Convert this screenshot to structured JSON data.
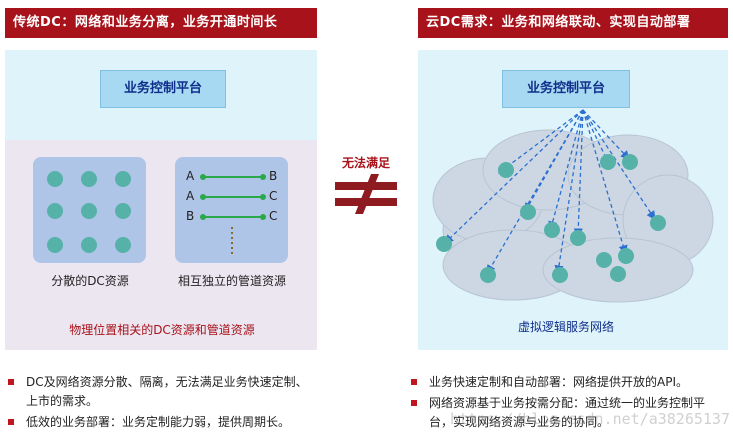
{
  "left": {
    "header": "传统DC：网络和业务分离，业务开通时间长",
    "control_platform": "业务控制平台",
    "dc_label": "分散的DC资源",
    "pipe_label": "相互独立的管道资源",
    "pipe_rows": [
      {
        "a": "A",
        "b": "B"
      },
      {
        "a": "A",
        "b": "C"
      },
      {
        "a": "B",
        "b": "C"
      }
    ],
    "bottom_label": "物理位置相关的DC资源和管道资源",
    "bullets": [
      "DC及网络资源分散、隔离，无法满足业务快速定制、上市的需求。",
      "低效的业务部署：业务定制能力弱，提供周期长。"
    ]
  },
  "middle": {
    "label": "无法满足"
  },
  "right": {
    "header": "云DC需求：业务和网络联动、实现自动部署",
    "control_platform": "业务控制平台",
    "cloud_label": "虚拟逻辑服务网络",
    "bullets": [
      "业务快速定制和自动部署：网络提供开放的API。",
      "网络资源基于业务按需分配：通过统一的业务控制平台，实现网络资源与业务的协同。"
    ]
  },
  "watermark": "https://blog.csdn.net/a38265137",
  "colors": {
    "header_red": "#a8121a",
    "teal_dot": "#56b2a8",
    "arrow_blue": "#2b6fd1"
  }
}
